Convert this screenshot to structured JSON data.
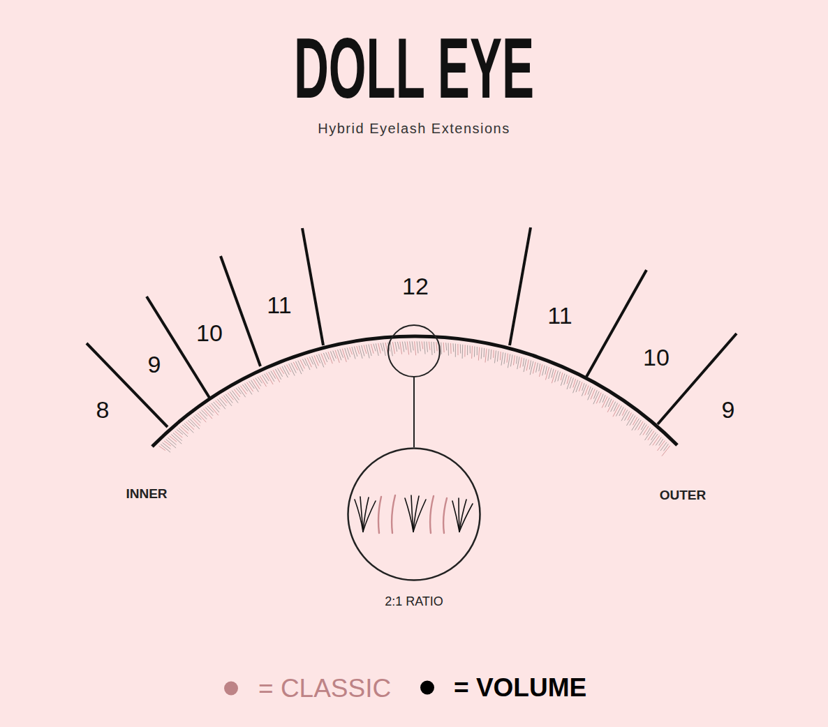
{
  "diagram": {
    "title": "DOLL EYE",
    "nodes": [
      {
        "text": [
          "2:1 RATIO"
        ]
      }
    ],
    "labels": [
      "Hybrid Eyelash Extensions",
      "8",
      "9",
      "10",
      "11",
      "12",
      "11",
      "10",
      "9",
      "INNER",
      "OUTER"
    ],
    "legend": [
      {
        "text": "= CLASSIC",
        "color": "#bd8386"
      },
      {
        "text": "= VOLUME",
        "color": "#000000"
      }
    ]
  }
}
